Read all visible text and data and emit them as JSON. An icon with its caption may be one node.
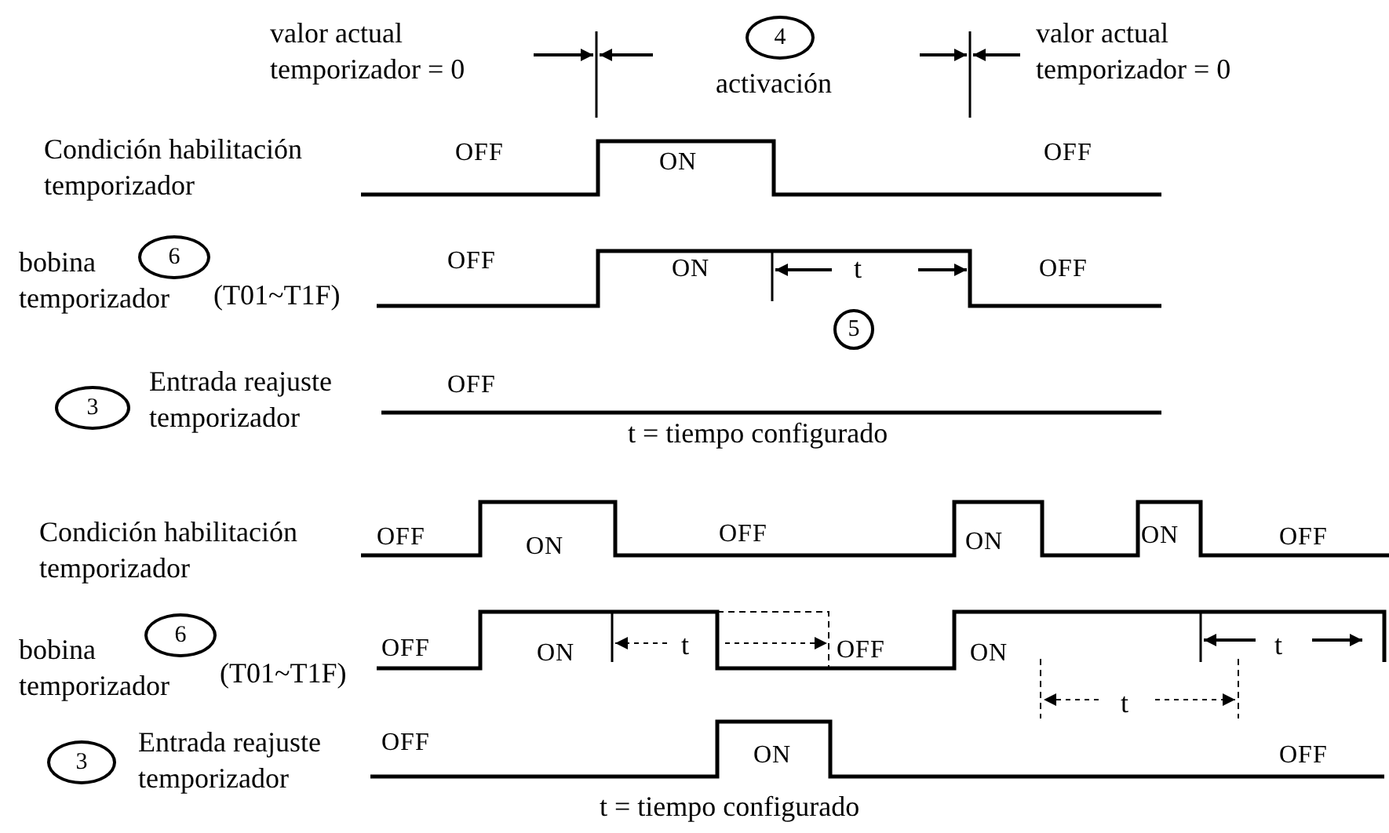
{
  "diagram": {
    "labels": [
      "valor actual temporizador = 0",
      "4",
      "activación",
      "valor actual temporizador = 0",
      "Condición habilitación temporizador",
      "OFF",
      "ON",
      "OFF",
      "bobina temporizador",
      "6",
      "(T01~T1F)",
      "OFF",
      "ON",
      "t",
      "OFF",
      "5",
      "3",
      "Entrada reajuste temporizador",
      "OFF",
      "t = tiempo configurado",
      "Condición habilitación temporizador",
      "OFF",
      "ON",
      "OFF",
      "ON",
      "ON",
      "OFF",
      "bobina temporizador",
      "6",
      "(T01~T1F)",
      "OFF",
      "ON",
      "t",
      "OFF",
      "ON",
      "t",
      "t",
      "3",
      "Entrada reajuste temporizador",
      "OFF",
      "ON",
      "OFF",
      "t = tiempo configurado"
    ]
  }
}
